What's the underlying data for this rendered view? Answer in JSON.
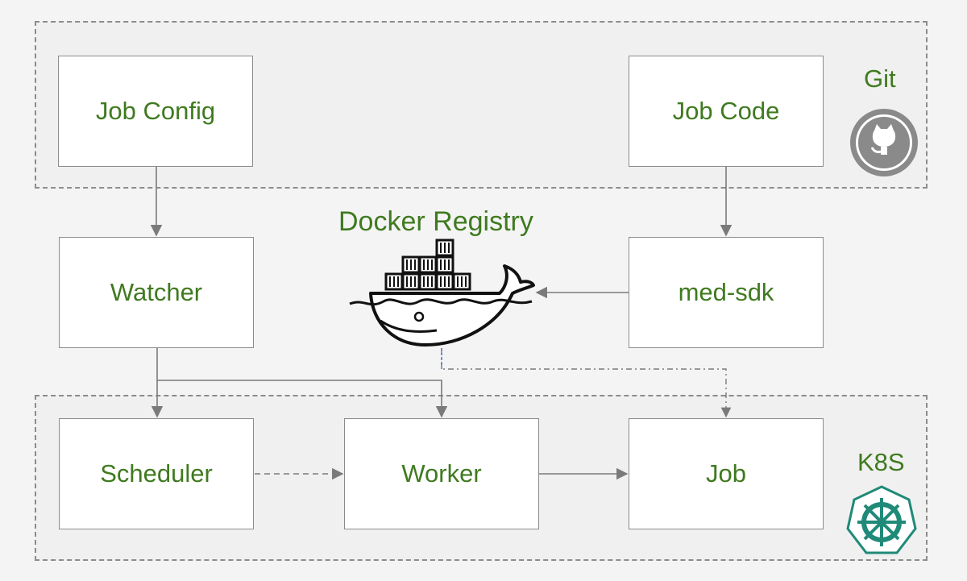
{
  "groups": {
    "git": {
      "label": "Git",
      "icon": "github-octocat-icon"
    },
    "k8s": {
      "label": "K8S",
      "icon": "kubernetes-helm-icon"
    }
  },
  "nodes": {
    "job_config": "Job Config",
    "job_code": "Job Code",
    "watcher": "Watcher",
    "med_sdk": "med-sdk",
    "scheduler": "Scheduler",
    "worker": "Worker",
    "job": "Job"
  },
  "registry": {
    "label": "Docker Registry",
    "icon": "docker-whale-icon"
  },
  "colors": {
    "text_green": "#3f7a1f",
    "border_gray": "#8c8c8c",
    "arrow_gray": "#7a7a7a",
    "dash_blue": "#3b6fd6",
    "k8s_teal": "#1f8a78"
  }
}
